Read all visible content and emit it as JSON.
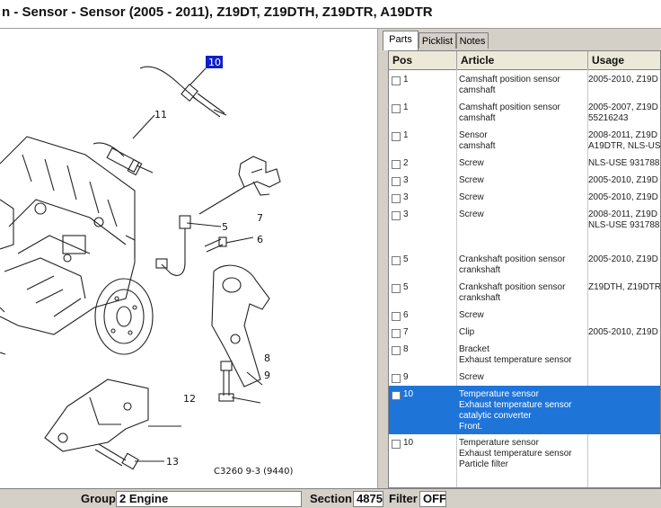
{
  "window": {
    "title": "n - Sensor - Sensor    (2005 - 2011), Z19DT, Z19DTH, Z19DTR, A19DTR"
  },
  "diagram": {
    "callouts": [
      "10",
      "11",
      "5",
      "6",
      "7",
      "8",
      "9",
      "12",
      "13"
    ],
    "caption": "C3260 9-3 (9440)"
  },
  "tabs": [
    {
      "label": "Parts",
      "active": true
    },
    {
      "label": "Picklist",
      "active": false
    },
    {
      "label": "Notes",
      "active": false
    }
  ],
  "columns": {
    "pos": "Pos",
    "article": "Article",
    "usage": "Usage"
  },
  "rows": [
    {
      "pos": "1",
      "article": "Camshaft position sensor\ncamshaft",
      "usage": "2005-2010, Z19D",
      "selected": false
    },
    {
      "pos": "1",
      "article": "Camshaft position sensor\ncamshaft",
      "usage": "2005-2007, Z19D\n55216243",
      "selected": false
    },
    {
      "pos": "1",
      "article": "Sensor\ncamshaft",
      "usage": "2008-2011, Z19D\nA19DTR, NLS-US",
      "selected": false
    },
    {
      "pos": "2",
      "article": "Screw",
      "usage": "NLS-USE 931788",
      "selected": false
    },
    {
      "pos": "3",
      "article": "Screw",
      "usage": "2005-2010, Z19D",
      "selected": false
    },
    {
      "pos": "3",
      "article": "Screw",
      "usage": "2005-2010, Z19D",
      "selected": false
    },
    {
      "pos": "3",
      "article": "Screw",
      "usage": "2008-2011, Z19D\nNLS-USE 931788",
      "selected": false
    },
    {
      "pos": "5",
      "article": "Crankshaft position sensor\ncrankshaft",
      "usage": "2005-2010, Z19D",
      "selected": false
    },
    {
      "pos": "5",
      "article": "Crankshaft position sensor\ncrankshaft",
      "usage": "Z19DTH, Z19DTR",
      "selected": false
    },
    {
      "pos": "6",
      "article": "Screw",
      "usage": "",
      "selected": false
    },
    {
      "pos": "7",
      "article": "Clip",
      "usage": "2005-2010, Z19D",
      "selected": false
    },
    {
      "pos": "8",
      "article": "Bracket\nExhaust temperature sensor",
      "usage": "",
      "selected": false
    },
    {
      "pos": "9",
      "article": "Screw",
      "usage": "",
      "selected": false
    },
    {
      "pos": "10",
      "article": "Temperature sensor\nExhaust temperature sensor\ncatalytic converter\nFront.",
      "usage": "",
      "selected": true
    },
    {
      "pos": "10",
      "article": "Temperature sensor\nExhaust temperature sensor\nParticle filter",
      "usage": "",
      "selected": false
    }
  ],
  "status": {
    "group_label": "Group",
    "group_value": "2 Engine",
    "section_label": "Section",
    "section_value": "4875",
    "filter_label": "Filter",
    "filter_value": "OFF"
  },
  "colors": {
    "selection": "#1f74d8",
    "callout_highlight": "#1020c8",
    "chrome": "#d4d0c8"
  }
}
